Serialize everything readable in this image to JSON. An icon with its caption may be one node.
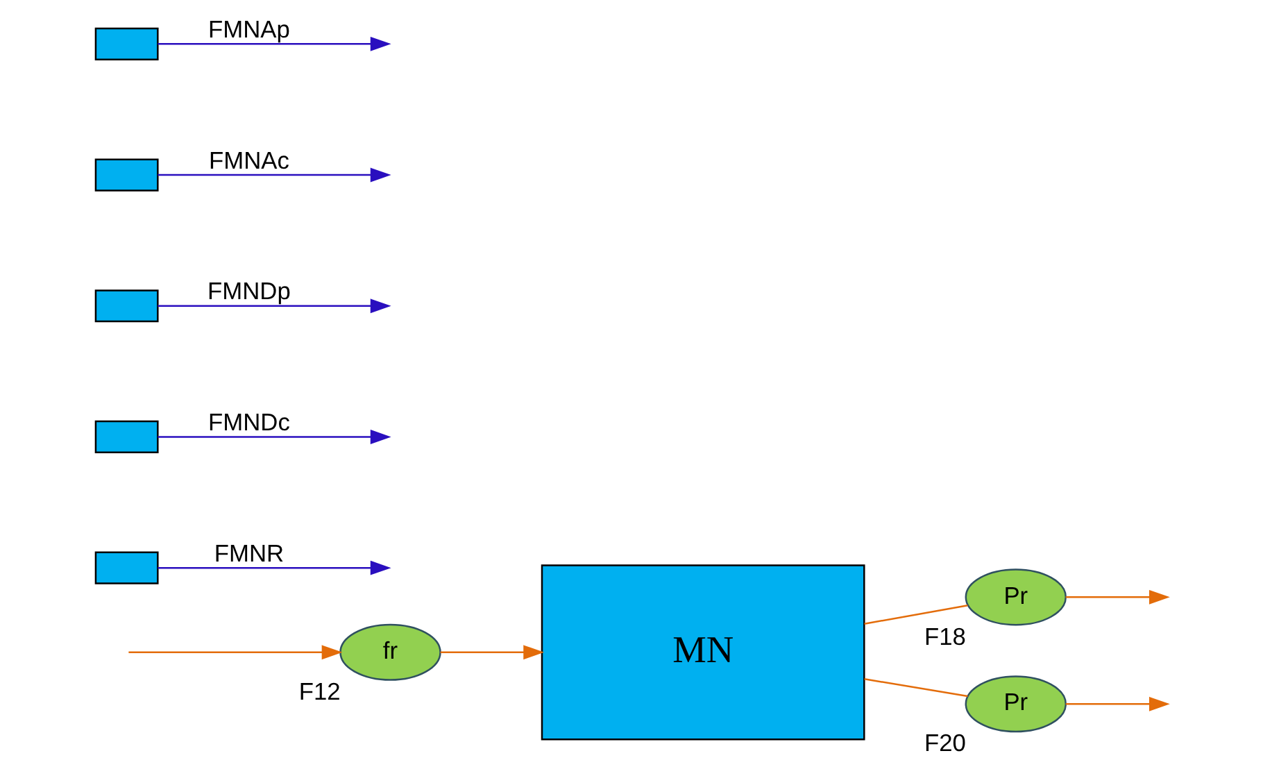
{
  "diagram": {
    "nodes": [
      {
        "text": [
          "MN"
        ]
      },
      {
        "text": [],
        "shape": "box"
      },
      {
        "text": [],
        "shape": "box"
      },
      {
        "text": [],
        "shape": "box"
      },
      {
        "text": [],
        "shape": "box"
      },
      {
        "text": [],
        "shape": "box"
      },
      {
        "text": [
          "fr"
        ],
        "beside": [
          "F12"
        ]
      },
      {
        "text": [
          "Pr"
        ],
        "beside": [
          "F18"
        ]
      },
      {
        "text": [
          "Pr"
        ],
        "beside": [
          "F20"
        ]
      }
    ],
    "edges": [
      {
        "from": null,
        "to": 6,
        "arrow": "to"
      },
      {
        "from": 6,
        "to": 0,
        "arrow": "to"
      },
      {
        "from": 0,
        "to": 7,
        "arrow": "none"
      },
      {
        "from": 7,
        "to": null,
        "arrow": "to"
      },
      {
        "from": 0,
        "to": 8,
        "arrow": "none"
      },
      {
        "from": 8,
        "to": null,
        "arrow": "to"
      },
      {
        "from": 1,
        "to": null,
        "arrow": "to",
        "label": "FMNAp",
        "color": "#2a0fbf"
      },
      {
        "from": 2,
        "to": null,
        "arrow": "to",
        "label": "FMNAc",
        "color": "#2a0fbf"
      },
      {
        "from": 3,
        "to": null,
        "arrow": "to",
        "label": "FMNDp",
        "color": "#2a0fbf"
      },
      {
        "from": 4,
        "to": null,
        "arrow": "to",
        "label": "FMNDc",
        "color": "#2a0fbf"
      },
      {
        "from": 5,
        "to": null,
        "arrow": "to",
        "label": "FMNR",
        "color": "#2a0fbf"
      }
    ]
  }
}
